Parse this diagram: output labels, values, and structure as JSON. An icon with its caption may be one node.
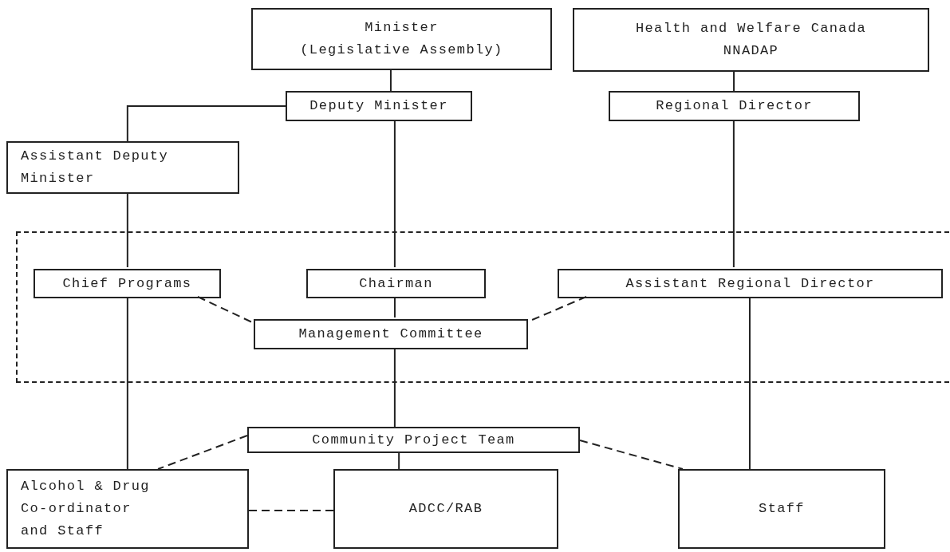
{
  "diagram": {
    "nodes": [
      {
        "text": [
          "Minister",
          "(Legislative Assembly)"
        ]
      },
      {
        "text": [
          "Health and Welfare Canada",
          "NNADAP"
        ]
      },
      {
        "text": [
          "Deputy Minister"
        ]
      },
      {
        "text": [
          "Regional Director"
        ]
      },
      {
        "text": [
          "Assistant Deputy Minister"
        ]
      },
      {
        "text": [],
        "shape": "box"
      },
      {
        "text": [
          "Chief Programs"
        ],
        "in": 5
      },
      {
        "text": [
          "Chairman"
        ],
        "in": 5
      },
      {
        "text": [
          "Assistant Regional Director"
        ],
        "in": 5
      },
      {
        "text": [
          "Management Committee"
        ],
        "in": 5
      },
      {
        "text": [
          "Community Project Team"
        ]
      },
      {
        "text": [
          "Alcohol & Drug Co-ordinator and Staff"
        ]
      },
      {
        "text": [
          "ADCC/RAB"
        ]
      },
      {
        "text": [
          "Staff"
        ]
      }
    ],
    "edges": [
      {
        "from": 0,
        "to": 2,
        "arrow": "none"
      },
      {
        "from": 2,
        "to": 4,
        "arrow": "none"
      },
      {
        "from": 1,
        "to": 3,
        "arrow": "none"
      },
      {
        "from": 2,
        "to": 7,
        "arrow": "none"
      },
      {
        "from": 3,
        "to": 8,
        "arrow": "none"
      },
      {
        "from": 4,
        "to": 6,
        "arrow": "none"
      },
      {
        "from": 6,
        "to": 9,
        "arrow": "none",
        "style": "dashed"
      },
      {
        "from": 8,
        "to": 9,
        "arrow": "none",
        "style": "dashed"
      },
      {
        "from": 7,
        "to": 9,
        "arrow": "none"
      },
      {
        "from": 9,
        "to": 10,
        "arrow": "none"
      },
      {
        "from": 6,
        "to": 11,
        "arrow": "none"
      },
      {
        "from": 10,
        "to": 11,
        "arrow": "none",
        "style": "dashed"
      },
      {
        "from": 10,
        "to": 12,
        "arrow": "none"
      },
      {
        "from": 10,
        "to": 13,
        "arrow": "none",
        "style": "dashed"
      },
      {
        "from": 11,
        "to": 12,
        "arrow": "none",
        "style": "dashed"
      },
      {
        "from": 8,
        "to": 13,
        "arrow": "none"
      }
    ]
  }
}
